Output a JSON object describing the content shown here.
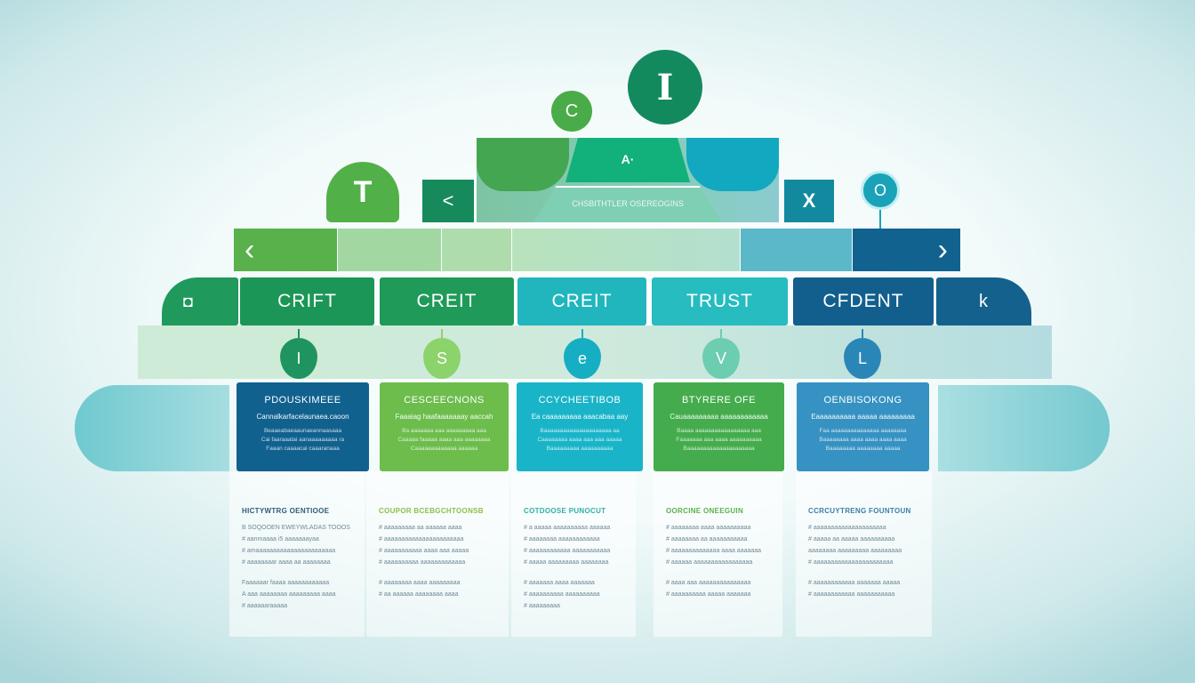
{
  "top": {
    "big_circle": "I",
    "small_circle": "C",
    "trap_icon": "A·",
    "trap_caption": "CHSBITHTLER OSEREOGINS",
    "t_circle": "T",
    "left_square": "<",
    "right_square": "X",
    "pin_circle": "O"
  },
  "nav_bar": {
    "prev": "‹",
    "next": "›"
  },
  "labels": {
    "left_cap_icon": "◘",
    "right_cap_icon": "k",
    "items": [
      "CRIFT",
      "CREIT",
      "CREIT",
      "TRUST",
      "CFDENT"
    ]
  },
  "pins": [
    "I",
    "S",
    "e",
    "V",
    "L"
  ],
  "colors": {
    "green_dark": "#1b9656",
    "green": "#6cbd4c",
    "teal": "#19b4c8",
    "navy": "#11618f",
    "blue": "#3592c2"
  },
  "cards": [
    {
      "title": "PDOUSKIMEEE",
      "sub": "Cannalkarfacelaunaea.caoon",
      "lines": [
        "Beaaeabaeaaunaeannaasaaa",
        "Cai faaraaatai aanaaaaaaaaa ra",
        "Faaan caaaacai caaaranaaa"
      ]
    },
    {
      "title": "CESCEECNONS",
      "sub": "Faaaiag haafaaaaaaay aaccah",
      "lines": [
        "Ba aaaaaaa aaa aaaaaaaaa aaa",
        "Caaaaa faaaaa aaaa aaa aaaaaaaa",
        "Caaaaaaaaaaaaa aaaaaa"
      ]
    },
    {
      "title": "CCYCHEETIBOB",
      "sub": "Ea caaaaaaaaa aaacabaa aay",
      "lines": [
        "Baaaaaaaaaaaaaaaaaaaaa aa",
        "Caaaaaaaa aaaa aaa aaa aaaaa",
        "Baaaaaaaaa aaaaaaaaaa"
      ]
    },
    {
      "title": "BTYRERE OFE",
      "sub": "Cauaaaaaaaaa aaaaaaaaaaaa",
      "lines": [
        "Baaaa aaaaaaaaaaaaaaaaa aaa",
        "Faaaaaaa aaa aaaa aaaaaaaaaa",
        "Baaaaaaaaaaaaaaaaaaaaa"
      ]
    },
    {
      "title": "OENBISOKONG",
      "sub": "Eaaaaaaaaaa aaaaa aaaaaaaaa",
      "lines": [
        "Faa aaaaaaaaaaaaaaa aaaaaaaa",
        "Baaaaaaaa aaaa aaaa aaaa aaaa",
        "Baaaaaaaa aaaaaaaa aaaaa"
      ]
    }
  ],
  "panels": [
    {
      "title": "HICTYWTRG OENTIOOE",
      "items": [
        "B SOQOOEN EWEYWLADAS TOOOS",
        "# aanmaaaa i5 aaaaaaayaa",
        "# amaaaaaaaaaaaaaaaaaaaaaaa",
        "# aaaaaaaar aaaa aa aaaaaaaa",
        "",
        "Faaaaaar faaaa aaaaaaaaaaaa",
        "A aaa aaaaaaaa aaaaaaaaa aaaa",
        "# aaaaaaraaaaa"
      ]
    },
    {
      "title": "COUPOR BCEBGCHTOONSB",
      "items": [
        "# aaaaaaaaa aa aaaaaa aaaa",
        "# aaaaaaaaaaaaaaaaaaaaaaa",
        "# aaaaaaaaaaa aaaa aaa aaaaa",
        "# aaaaaaaaaa aaaaaaaaaaaaa",
        "",
        "# aaaaaaaa aaaa aaaaaaaaa",
        "# aa aaaaaa aaaaaaaa aaaa"
      ]
    },
    {
      "title": "COTDOOSE PUNOCUT",
      "items": [
        "# a aaaaa aaaaaaaaaa aaaaaa",
        "# aaaaaaaa aaaaaaaaaaaa",
        "# aaaaaaaaaaaa aaaaaaaaaaa",
        "# aaaaa aaaaaaaaa aaaaaaaa",
        "",
        "# aaaaaaa aaaa aaaaaaa",
        "# aaaaaaaaaa aaaaaaaaaa",
        "# aaaaaaaaa"
      ]
    },
    {
      "title": "OORCINE ONEEGUIN",
      "items": [
        "# aaaaaaaa aaaa aaaaaaaaaa",
        "# aaaaaaaa aa aaaaaaaaaaa",
        "# aaaaaaaaaaaaaa aaaa aaaaaaa",
        "# aaaaaa aaaaaaaaaaaaaaaaa",
        "",
        "# aaaa aaa aaaaaaaaaaaaaaa",
        "# aaaaaaaaaa aaaaa aaaaaaa"
      ]
    },
    {
      "title": "CCRCUYTRENG FOUNTOUN",
      "items": [
        "# aaaaaaaaaaaaaaaaaaaaa",
        "# aaaaa aa aaaaa aaaaaaaaaa",
        "aaaaaaaa aaaaaaaaa aaaaaaaaa",
        "# aaaaaaaaaaaaaaaaaaaaaaa",
        "",
        "# aaaaaaaaaaaa aaaaaaa aaaaa",
        "# aaaaaaaaaaaa aaaaaaaaaaa"
      ]
    }
  ]
}
